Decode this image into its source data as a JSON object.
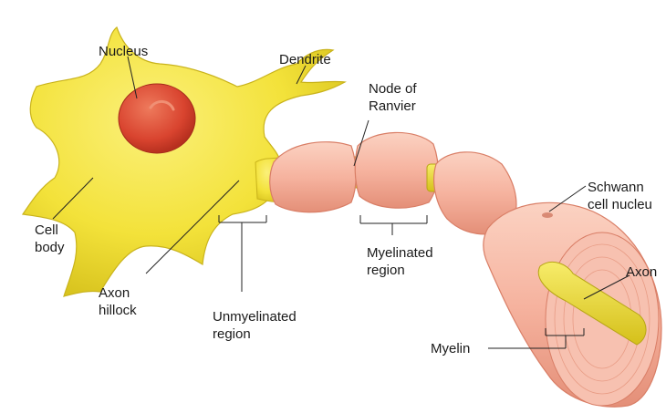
{
  "labels": {
    "nucleus": "Nucleus",
    "dendrite": "Dendrite",
    "node_of_ranvier": [
      "Node  of",
      "Ranvier"
    ],
    "cell_body": [
      "Cell",
      "body"
    ],
    "axon_hillock": [
      "Axon",
      "hillock"
    ],
    "unmyelinated_region": [
      "Unmyelinated",
      "region"
    ],
    "myelinated_region": [
      "Myelinated",
      "region"
    ],
    "schwann_cell_nucleus": [
      "Schwann",
      "cell nucleu"
    ],
    "axon": "Axon",
    "myelin": "Myelin"
  },
  "colors": {
    "cell_body": "#f3e23a",
    "nucleus": "#d9442f",
    "myelin": "#f6b39f",
    "axon": "#e9d62a"
  }
}
